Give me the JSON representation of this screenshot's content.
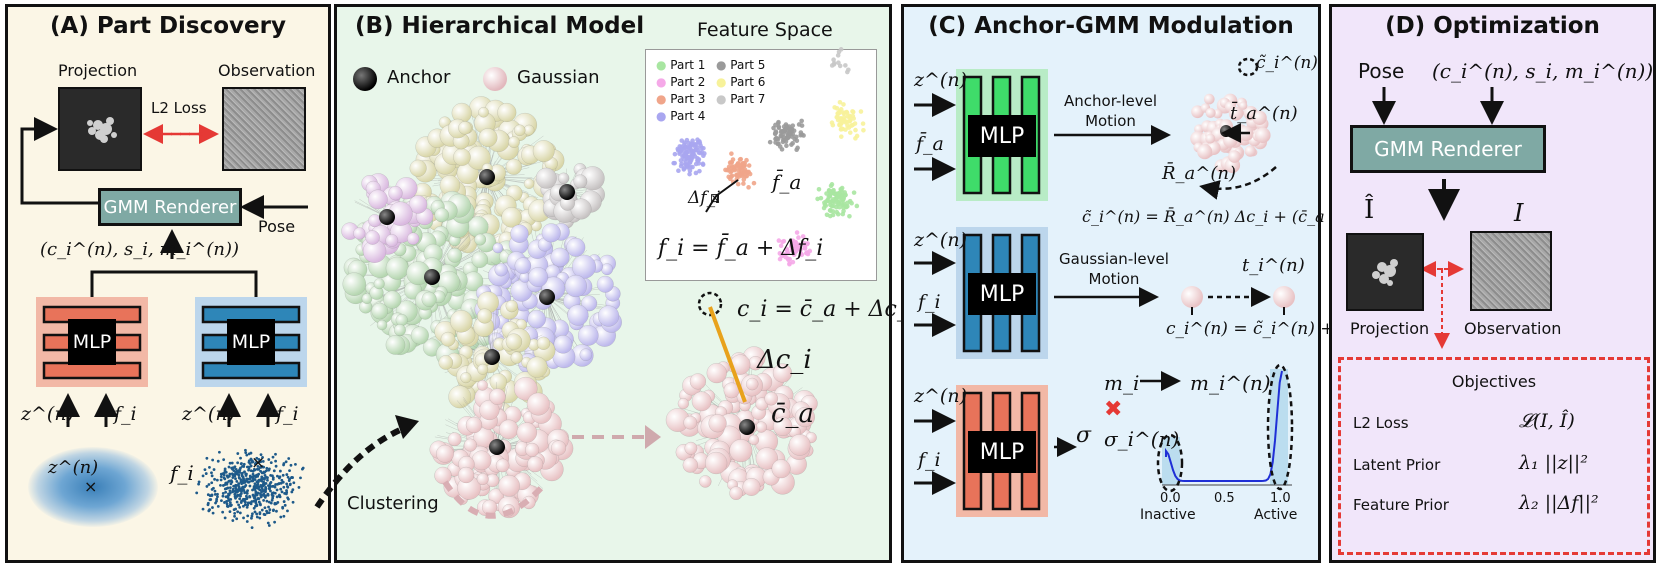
{
  "panel_a": {
    "title": "(A) Part Discovery",
    "projection": "Projection",
    "observation": "Observation",
    "l2_loss": "L2 Loss",
    "renderer": "GMM Renderer",
    "pose": "Pose",
    "params": "(c_i^(n), s_i, m_i^(n))",
    "mlp_left": "MLP",
    "mlp_right": "MLP",
    "input_z_left": "z^(n)",
    "input_f_left": "f_i",
    "input_z_right": "z^(n)",
    "input_f_right": "f_i",
    "dist_z": "z^(n)",
    "dist_f": "f_i",
    "colors": {
      "mlp_left": "#e8735a",
      "mlp_right": "#2e86b8"
    }
  },
  "panel_b": {
    "title": "(B) Hierarchical Model",
    "legend_anchor": "Anchor",
    "legend_gaussian": "Gaussian",
    "feature_space": "Feature Space",
    "parts": [
      "Part 1",
      "Part 2",
      "Part 3",
      "Part 4",
      "Part 5",
      "Part 6",
      "Part 7"
    ],
    "part_colors": [
      "#a8e6a1",
      "#f5a9e8",
      "#f0a58a",
      "#a9a6f0",
      "#9a9a9a",
      "#f7f29a",
      "#c8c8c8"
    ],
    "feature_eq": "f_i = f̄_a + Δf_i",
    "delta_f": "Δf_i",
    "fbar": "f̄_a",
    "clustering": "Clustering",
    "ci_eq": "c_i = c̄_a + Δc_i",
    "delta_c": "Δc_i",
    "cbar": "c̄_a"
  },
  "panel_c": {
    "title": "(C) Anchor-GMM Modulation",
    "mlp1": "MLP",
    "mlp2": "MLP",
    "mlp3": "MLP",
    "in1_z": "z^(n)",
    "in1_f": "f̄_a",
    "in2_z": "z^(n)",
    "in2_f": "f_i",
    "in3_z": "z^(n)",
    "in3_f": "f_i",
    "anchor_motion": "Anchor-level\nMotion",
    "gauss_motion": "Gaussian-level\nMotion",
    "c_tilde": "c̃_i^(n)",
    "t_bar": "t̄_a^(n)",
    "R_bar": "R̄_a^(n)",
    "anchor_eq": "c̃_i^(n) = R̄_a^(n) Δc_i + (c̄_a + t̄_a^(n))",
    "t_i": "t_i^(n)",
    "gauss_eq": "c_i^(n) = c̃_i^(n) + t_i^(n)",
    "m_i": "m_i",
    "m_i_n": "m_i^(n)",
    "sigma": "σ",
    "sigma_i": "σ_i^(n)",
    "ticks": [
      "0.0",
      "0.5",
      "1.0"
    ],
    "inactive": "Inactive",
    "active": "Active",
    "colors": {
      "mlp1": "#3fdc6a",
      "mlp2": "#2e86b8",
      "mlp3": "#e8735a"
    }
  },
  "panel_d": {
    "title": "(D) Optimization",
    "pose": "Pose",
    "params": "(c_i^(n), s_i, m_i^(n))",
    "renderer": "GMM Renderer",
    "i_hat": "Î",
    "i": "I",
    "projection": "Projection",
    "observation": "Observation",
    "objectives_title": "Objectives",
    "objectives": [
      {
        "name": "L2 Loss",
        "formula": "𝓛(I, Î)"
      },
      {
        "name": "Latent Prior",
        "formula": "λ₁ ||z||²"
      },
      {
        "name": "Feature Prior",
        "formula": "λ₂ ||Δf||²"
      }
    ]
  }
}
